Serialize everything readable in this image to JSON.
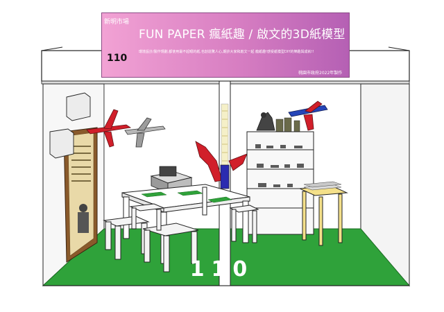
{
  "sign": {
    "market": "新明市場",
    "title": "FUN PAPER 瘋紙趣 / 啟文的3D紙模型",
    "booth_number": "110",
    "description": "環境設計/製作規劃,都使用最不起眼的紙,也創造驚人心,期許大家和啟文一起 瘋紙趣!感受紙模型DIY的樂趣與成就!!",
    "credit": "桃園市政府2022年製作"
  },
  "floor": {
    "number": "110"
  },
  "colors": {
    "sign_pink": "#d77ec2",
    "floor_green": "#2fa23a",
    "wall": "#ffffff",
    "outline": "#222222"
  }
}
